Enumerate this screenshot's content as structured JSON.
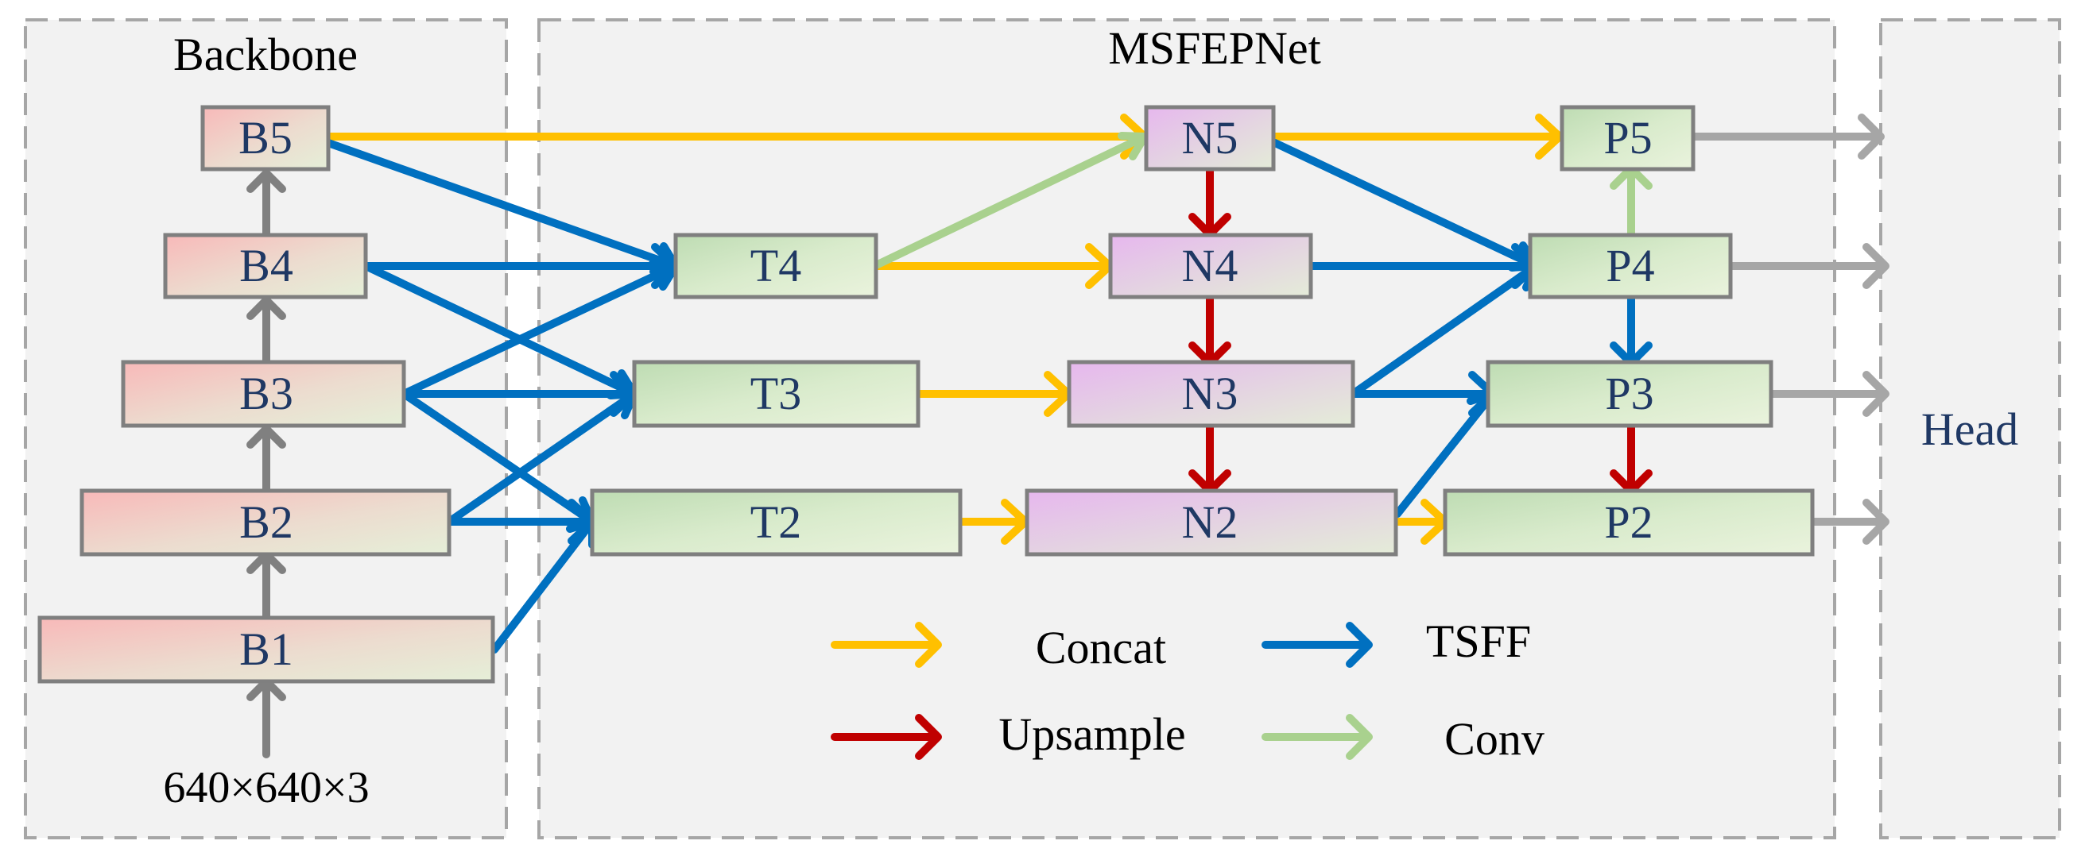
{
  "regions": {
    "backbone": "Backbone",
    "msfepnet": "MSFEPNet",
    "head": "Head"
  },
  "input_label": "640×640×3",
  "nodes": {
    "B1": "B1",
    "B2": "B2",
    "B3": "B3",
    "B4": "B4",
    "B5": "B5",
    "T2": "T2",
    "T3": "T3",
    "T4": "T4",
    "N2": "N2",
    "N3": "N3",
    "N4": "N4",
    "N5": "N5",
    "P2": "P2",
    "P3": "P3",
    "P4": "P4",
    "P5": "P5"
  },
  "legend": {
    "concat": "Concat",
    "tsff": "TSFF",
    "upsample": "Upsample",
    "conv": "Conv"
  },
  "colors": {
    "concat": "#ffc000",
    "tsff": "#0070c0",
    "upsample": "#c00000",
    "conv": "#a9d18e",
    "backbone_flow": "#808080",
    "output": "#a6a6a6",
    "node_border": "#7f7f7f",
    "panel_fill": "#f2f2f2",
    "panel_border": "#a6a6a6"
  }
}
